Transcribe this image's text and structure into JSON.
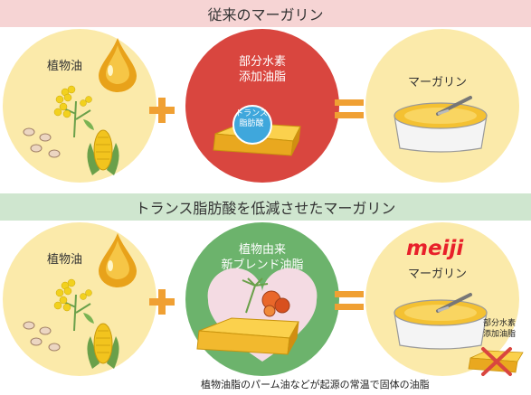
{
  "row1": {
    "band_title": "従来のマーガリン",
    "left_label": "植物油",
    "middle_label_line1": "部分水素",
    "middle_label_line2": "添加油脂",
    "middle_badge_line1": "トランス",
    "middle_badge_line2": "脂肪酸",
    "right_label": "マーガリン"
  },
  "row2": {
    "band_title": "トランス脂肪酸を低減させたマーガリン",
    "left_label": "植物油",
    "middle_label_line1": "植物由来",
    "middle_label_line2": "新ブレンド油脂",
    "brand": "meiji",
    "right_label": "マーガリン",
    "crossed_label_line1": "部分水素",
    "crossed_label_line2": "添加油脂",
    "caption": "植物油脂のパーム油などが起源の常温で固体の油脂"
  },
  "colors": {
    "band1": "#f6d4d4",
    "band2": "#cfe6cf",
    "circle_cream": "#fbeaaa",
    "circle_red": "#d9463f",
    "circle_green": "#6cb36c",
    "operator_orange": "#f0a033",
    "brand_red": "#e8202a"
  }
}
